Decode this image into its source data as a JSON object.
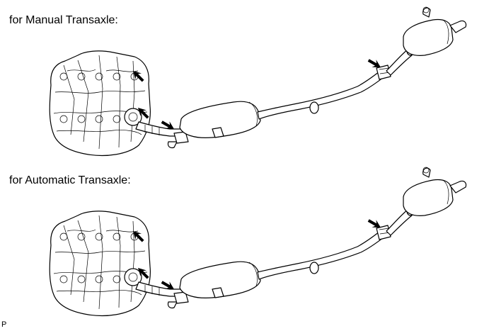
{
  "labels": {
    "manual": "for Manual Transaxle:",
    "automatic": "for Automatic Transaxle:",
    "code": "P"
  },
  "icons": [
    "engine-assembly",
    "exhaust-pipe",
    "catalytic-converter",
    "muffler",
    "pointer-arrow"
  ],
  "colors": {
    "line": "#000000",
    "background": "#ffffff"
  }
}
